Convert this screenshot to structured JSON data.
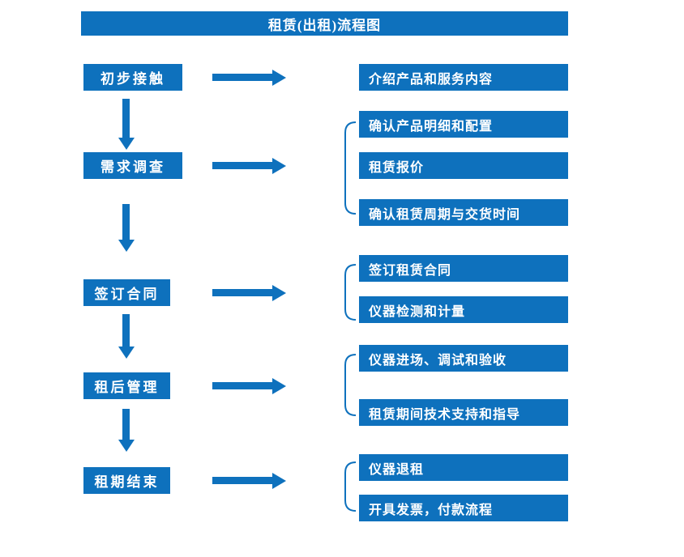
{
  "title": "租赁(出租)流程图",
  "colors": {
    "accent": "#0e71bd"
  },
  "steps": [
    {
      "label": "初步接触",
      "details": [
        "介绍产品和服务内容"
      ]
    },
    {
      "label": "需求调查",
      "details": [
        "确认产品明细和配置",
        "租赁报价",
        "确认租赁周期与交货时间"
      ]
    },
    {
      "label": "签订合同",
      "details": [
        "签订租赁合同",
        "仪器检测和计量"
      ]
    },
    {
      "label": "租后管理",
      "details": [
        "仪器进场、调试和验收",
        "租赁期间技术支持和指导"
      ]
    },
    {
      "label": "租期结束",
      "details": [
        "仪器退租",
        "开具发票，付款流程"
      ]
    }
  ]
}
